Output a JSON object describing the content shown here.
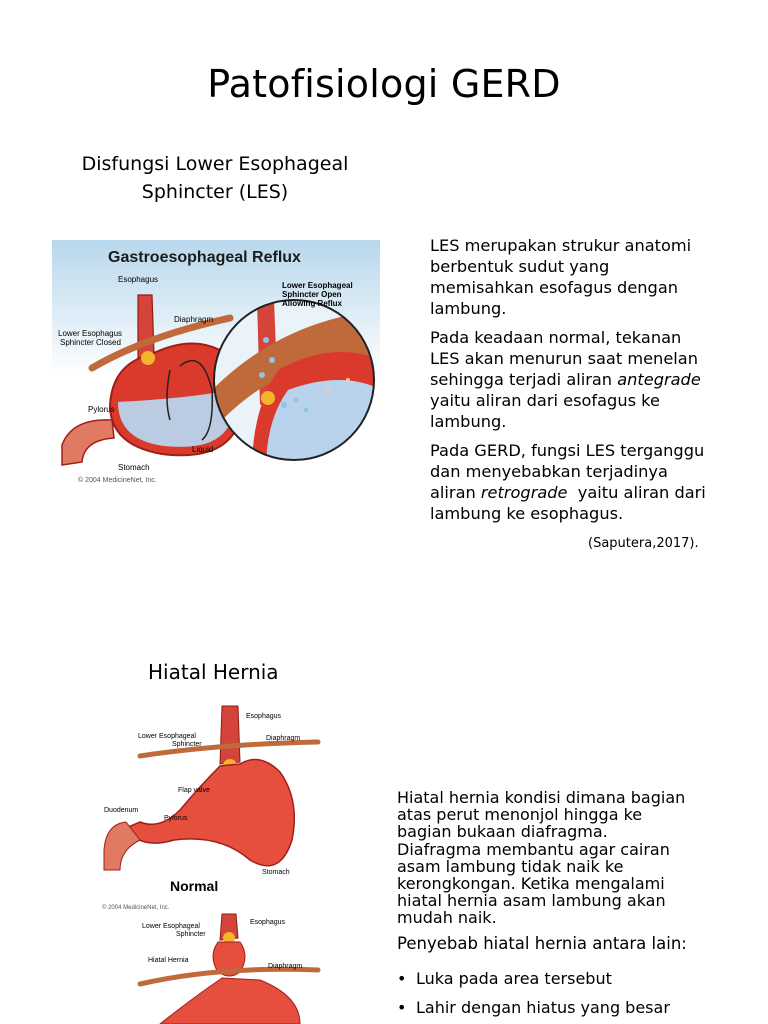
{
  "title": "Patofisiologi GERD",
  "subtitle_line1": "Disfungsi Lower Esophageal",
  "subtitle_line2": "Sphincter (LES)",
  "figure1": {
    "heading": "Gastroesophageal Reflux",
    "label_esophagus": "Esophagus",
    "label_diaphragm": "Diaphragm",
    "label_les_closed_1": "Lower Esophagus",
    "label_les_closed_2": "Sphincter Closed",
    "label_les_open_1": "Lower Esophageal",
    "label_les_open_2": "Sphincter Open",
    "label_les_open_3": "Allowing Reflux",
    "label_pylorus": "Pylorus",
    "label_liquid": "Liquid",
    "label_stomach": "Stomach",
    "copyright": "© 2004 MedicineNet, Inc."
  },
  "les_text": {
    "p1_lines": [
      "LES merupakan strukur anatomi",
      "berbentuk sudut yang",
      "memisahkan esofagus dengan",
      "lambung."
    ],
    "p2_l1": "Pada keadaan normal, tekanan",
    "p2_l2": "LES akan menurun saat menelan",
    "p2_l3_a": "sehingga terjadi aliran ",
    "p2_l3_b": "antegrade",
    "p2_l4": "yaitu aliran dari esofagus ke",
    "p2_l5": "lambung.",
    "p3_l1": "Pada GERD, fungsi LES terganggu",
    "p3_l2": "dan menyebabkan terjadinya",
    "p3_l3_a": "aliran ",
    "p3_l3_b": "retrograde",
    "p3_l3_c": "  yaitu aliran dari",
    "p3_l4": "lambung ke esophagus.",
    "citation": "(Saputera,2017)."
  },
  "hernia_heading": "Hiatal Hernia",
  "figure2": {
    "label_esophagus": "Esophagus",
    "label_les_1": "Lower Esophageal",
    "label_les_2": "Sphincter",
    "label_diaphragm": "Diaphragm",
    "label_flap": "Flap valve",
    "label_duodenum": "Duodenum",
    "label_pylorus": "Pylorus",
    "label_stomach": "Stomach",
    "label_normal": "Normal",
    "copyright": "© 2004 MedicineNet, Inc.",
    "label_esophagus_b": "Esophagus",
    "label_les_b1": "Lower Esophageal",
    "label_les_b2": "Sphincter",
    "label_hiatal": "Hiatal Hernia",
    "label_diaphragm_b": "Diaphragm"
  },
  "hernia_text": {
    "lines": [
      "Hiatal hernia kondisi dimana bagian",
      "atas perut menonjol hingga ke",
      "bagian bukaan diafragma.",
      "Diafragma membantu agar cairan",
      "asam lambung tidak naik ke",
      "kerongkongan. Ketika mengalami",
      "hiatal hernia asam lambung akan",
      "mudah naik."
    ],
    "causes_intro": "Penyebab hiatal hernia antara lain:",
    "bullets": [
      "Luka pada area tersebut",
      "Lahir dengan hiatus yang besar"
    ],
    "bullet_symbol": "•"
  },
  "colors": {
    "stomach": "#d93a2c",
    "stomach_dark": "#9e1f17",
    "liquid": "#b9d3ec",
    "diaphragm": "#c06a3c",
    "sphincter": "#f2b52c",
    "fig_bg_top": "#b7d7ec"
  }
}
